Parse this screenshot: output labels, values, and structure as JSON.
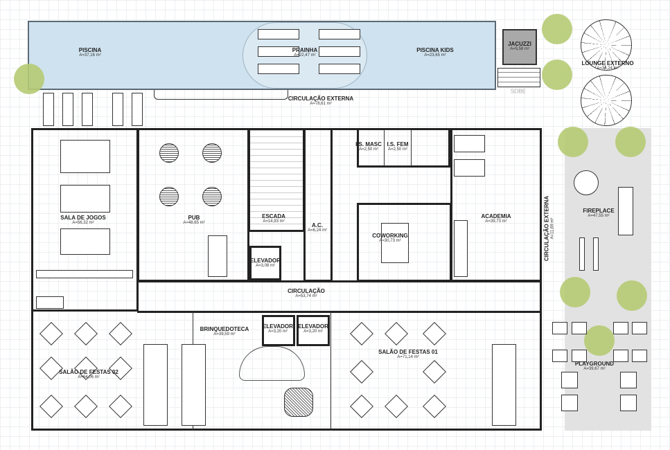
{
  "colors": {
    "pool": "#cfe2ef",
    "tree": "#b6cb74",
    "patio": "#e2e2e2",
    "jacuzzi": "#a9a9a9",
    "wall": "#222222"
  },
  "rooms": {
    "piscina": {
      "name": "PISCINA",
      "area": "A=37,16 m²"
    },
    "prainha": {
      "name": "PRAINHA",
      "area": "A=22,47 m²"
    },
    "piscina_kids": {
      "name": "PISCINA KIDS",
      "area": "A=23,65 m²"
    },
    "jacuzzi": {
      "name": "JACUZZI",
      "area": "A=5,58 m²"
    },
    "lounge_externo": {
      "name": "LOUNGE EXTERNO",
      "area": "A=34,24 m²"
    },
    "circulacao_externa_top": {
      "name": "CIRCULAÇÃO EXTERNA",
      "area": "A=78,61 m²"
    },
    "sala_de_jogos": {
      "name": "SALA DE JOGOS",
      "area": "A=56,32 m²"
    },
    "pub": {
      "name": "PUB",
      "area": "A=48,65 m²"
    },
    "escada": {
      "name": "ESCADA",
      "area": "A=14,93 m²"
    },
    "ac": {
      "name": "A.C.",
      "area": "A=6,24 m²"
    },
    "elevador_1": {
      "name": "ELEVADOR",
      "area": "A=3,08 m²"
    },
    "circulacao": {
      "name": "CIRCULAÇÃO",
      "area": "A=53,74 m²"
    },
    "is_masc": {
      "name": "I.S. MASC",
      "area": "A=2,50 m²"
    },
    "is_fem": {
      "name": "I.S. FEM",
      "area": "A=2,50 m²"
    },
    "coworking": {
      "name": "COWORKING",
      "area": "A=30,73 m²"
    },
    "academia": {
      "name": "ACADEMIA",
      "area": "A=39,73 m²"
    },
    "circulacao_externa_side": {
      "name": "CIRCULAÇÃO EXTERNA",
      "area": "A=11,69 m²"
    },
    "fireplace": {
      "name": "FIREPLACE",
      "area": "A=47,55 m²"
    },
    "salao_festas_02": {
      "name": "SALÃO DE FESTAS 02",
      "area": "A=64,06 m²"
    },
    "brinquedoteca": {
      "name": "BRINQUEDOTECA",
      "area": "A=39,59 m²"
    },
    "elevador_2": {
      "name": "ELEVADOR",
      "area": "A=3,20 m²"
    },
    "elevador_3": {
      "name": "ELEVADOR",
      "area": "A=3,20 m²"
    },
    "salao_festas_01": {
      "name": "SALÃO DE FESTAS 01",
      "area": "A=71,14 m²"
    },
    "playground": {
      "name": "PLAYGROUND",
      "area": "A=39,67 m²"
    }
  },
  "stairs_label": "SOBE"
}
